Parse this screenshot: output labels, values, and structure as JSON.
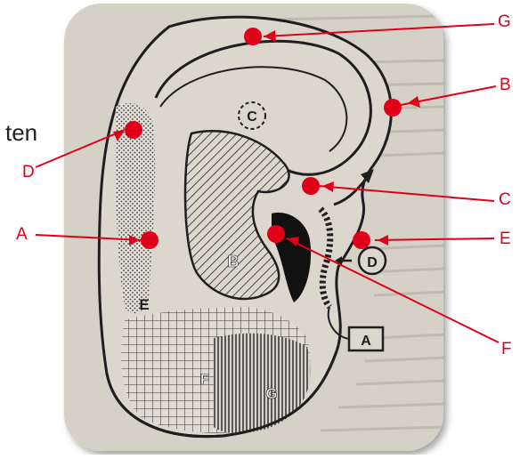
{
  "side_text": "ten",
  "photo": {
    "inner_labels": [
      {
        "id": "ear-area-b",
        "text": "B"
      },
      {
        "id": "ear-area-e",
        "text": "E"
      },
      {
        "id": "ear-area-f",
        "text": "F"
      },
      {
        "id": "ear-area-g",
        "text": "G"
      },
      {
        "id": "ear-area-c-circle",
        "text": "C"
      },
      {
        "id": "ear-area-d-circle",
        "text": "D"
      },
      {
        "id": "ear-area-a-box",
        "text": "A"
      }
    ]
  },
  "markers": [
    {
      "label": "G"
    },
    {
      "label": "B"
    },
    {
      "label": "C"
    },
    {
      "label": "D"
    },
    {
      "label": "A"
    },
    {
      "label": "E"
    },
    {
      "label": "F"
    }
  ],
  "colors": {
    "marker": "#e1001a",
    "paper": "#d6d1c6",
    "ink": "#1e1e1e"
  }
}
